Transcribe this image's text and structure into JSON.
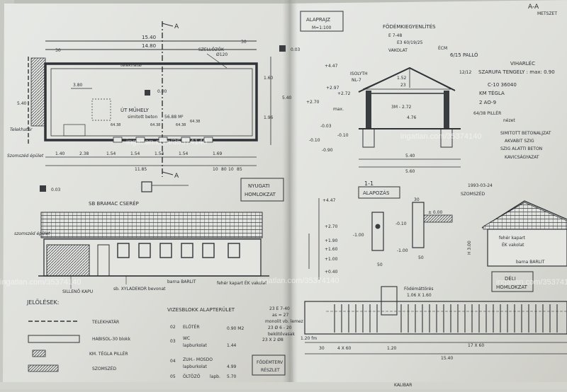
{
  "watermark": "ingatlan.com/35374140",
  "plan": {
    "dims_top": [
      "15.40",
      "14.80",
      "30",
      "30"
    ],
    "section_a": "A",
    "telekhatar": "telekhatár",
    "szellozok": "SZELLŐZŐK",
    "szellozok_size": "Ø120",
    "depth_540": "5.40",
    "depth_160": "1.60",
    "depth_196": "1.96",
    "room_name": "ÚT MŰHELY",
    "room_floor": "simitott beton",
    "room_area": "56.88 M²",
    "room_width": "3.80",
    "level_000": "0.00",
    "window_heights": [
      "64.38",
      "64.38",
      "64.38",
      "64.38"
    ],
    "bottom_dims_1": [
      "1.40",
      "2.38",
      "1.54",
      "1.54",
      "1.54",
      "1.54",
      "1.69"
    ],
    "bottom_dims_2": [
      "11.85",
      "10",
      "80",
      "10",
      "85"
    ],
    "level_003": "0.03",
    "left_labels": [
      "Telekhatár",
      "Szomszéd épület",
      "szomszéd épület"
    ]
  },
  "section": {
    "title": "A-A",
    "subtitle": "METSZET",
    "scale_box": "ALAPRAJZ",
    "scale": "M=1:100",
    "roof_title": "FÖDÉMKIEGYENLÍTÉS",
    "roof_notes": [
      "E 7-48",
      "E3 60/19/25",
      "VAKOLAT",
      "ÉCM"
    ],
    "pallo": "6/15 PALLÓ",
    "vihar": "VIHARLÉC",
    "szarufa": "SZARUFA TENGELY : max: 0.90",
    "beam": "12/12",
    "c10": "C-10  36040",
    "kmtegla": "KM TÉGLA",
    "ao": "2 AO-9",
    "piller": "64/38 PILLÉR",
    "nezet": "nézet",
    "levels": [
      "+4.47",
      "+2.97",
      "+2.72",
      "+2.70",
      "-0.03",
      "-0.10",
      "-0.10",
      "-0.90"
    ],
    "isolyth": "ISOLYTH",
    "nl": "NL-7",
    "inner": "3M - 2.72",
    "inner_width": "4.76",
    "h_152": "1.52",
    "h_23": "23",
    "overall_540": "5.40",
    "overall_560": "5.60",
    "side_notes": [
      "SIMITOTT BETONALJZAT",
      "AKVABIT SZIG",
      "SZIG ALATTI BETON",
      "KAVICSÁGYAZAT"
    ],
    "section_11": "1-1",
    "alapozas": "ALAPOZÁS",
    "date": "1993-03-24",
    "szomszed": "SZOMSZÉD",
    "max": "max.",
    "bottom_levels": [
      "+4.47",
      "+2.70",
      "+1.90",
      "+1.60",
      "+1.00",
      "+0.40"
    ],
    "foot_levels": [
      "± 0.00",
      "-0.10",
      "-1.00",
      "-1.00"
    ],
    "foot_widths": [
      "50",
      "30",
      "50"
    ]
  },
  "west": {
    "title": "NYUGATI",
    "subtitle": "HOMLOKZAT",
    "roof_label": "SB  BRAMAC CSERÉP",
    "notes": [
      "SILLENŐ KAPU",
      "sb. XYLADEKOR bevonat",
      "barna BARLIT",
      "fehér kapart ÉK vakolat"
    ]
  },
  "south": {
    "title": "DÉLI",
    "subtitle": "HOMLOKZAT",
    "notes": [
      "fehér kapart",
      "ÉK vakolat",
      "barna BARLIT"
    ],
    "height": "H 3.00"
  },
  "legend": {
    "title": "JELÖLÉSEK:",
    "items": [
      "TELEKHATÁR",
      "HABISOL-30 blokk",
      "KM. TÉGLA PILLÉR",
      "SZOMSZÉD"
    ]
  },
  "table": {
    "title": "VIZESBLOKK  ALAPTERÜLET",
    "rows": [
      {
        "num": "02",
        "name": "ELŐTÉR",
        "sub": "",
        "area": "0.90 M2"
      },
      {
        "num": "03",
        "name": "WC",
        "sub": "lapburkolat",
        "area": "1.44"
      },
      {
        "num": "04",
        "name": "ZUH.- MOSDO",
        "sub": "lapburkolat",
        "area": "4.99"
      },
      {
        "num": "05",
        "name": "ÖLTÖZŐ",
        "sub": "lapb.",
        "area": "5.70"
      }
    ],
    "note_box_title": "FÖDÉMTERV",
    "note_box_sub": "RÉSZLET"
  },
  "slab": {
    "label_1": "23 E 7-40",
    "label_2": "as = 27",
    "label_3": "monolit vb. lemez",
    "label_4": "23 Ø 6 - 20",
    "label_5": "bekötővasak",
    "label_6": "23 X 2 Ø8",
    "fodemattores": "Födémáttörés",
    "fodem_size": "1.06 X 1.60",
    "dims": [
      "1.20 fm",
      "30",
      "4 X 60",
      "1.20",
      "17 X 60",
      "15.40"
    ],
    "bottom_label": "KALIBAR"
  }
}
